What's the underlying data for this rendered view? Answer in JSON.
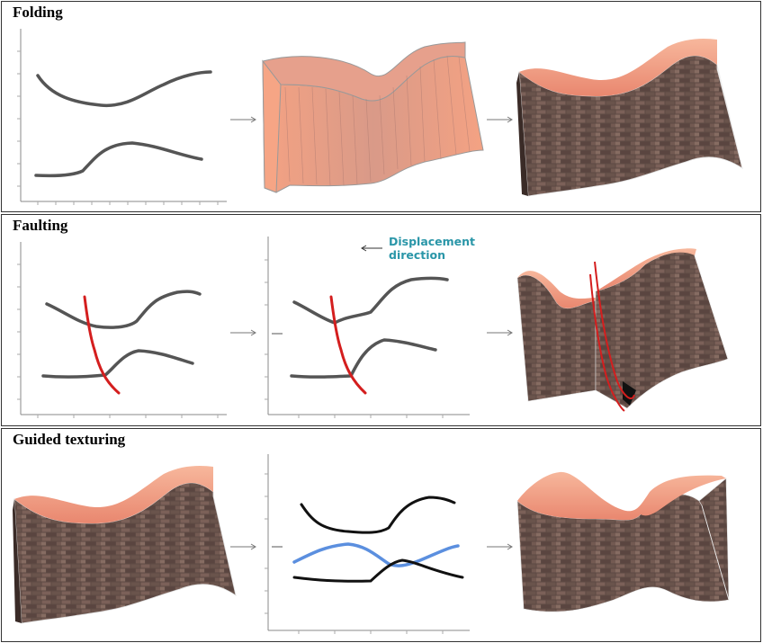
{
  "panels": [
    {
      "title": "Folding"
    },
    {
      "title": "Faulting",
      "annotation": {
        "line1": "Displacement",
        "line2": "direction"
      }
    },
    {
      "title": "Guided texturing"
    }
  ],
  "colors": {
    "curve": "#555555",
    "fault": "#d41e1e",
    "guide": "#5b8fdf",
    "surface_top": "#f4a283",
    "brick_dark": "#4a3a35",
    "brick_light": "#7a6258",
    "annotation": "#2a96a8"
  },
  "icons": [
    "arrow-right-icon",
    "arrow-left-icon"
  ]
}
